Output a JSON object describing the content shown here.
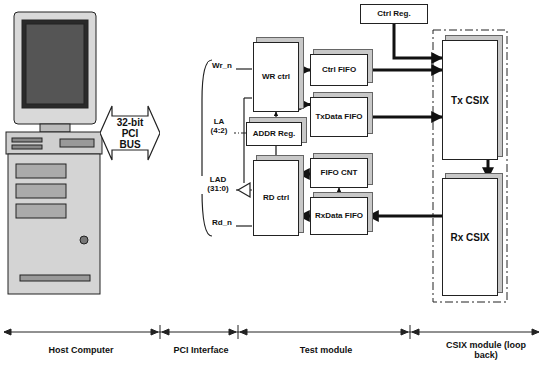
{
  "diagram": {
    "nodes": [
      {
        "text": [
          "32-bit PCI BUS"
        ]
      },
      {
        "text": [
          "Ctrl Reg."
        ]
      },
      {
        "text": [
          "WR ctrl"
        ]
      },
      {
        "text": [
          "Ctrl FIFO"
        ]
      },
      {
        "text": [
          "TxData FIFO"
        ]
      },
      {
        "text": [
          "Tx CSIX"
        ]
      },
      {
        "text": [
          "ADDR Reg."
        ]
      },
      {
        "text": [
          "RD ctrl"
        ]
      },
      {
        "text": [
          "FIFO CNT"
        ]
      },
      {
        "text": [
          "RxData FIFO"
        ]
      },
      {
        "text": [
          "Rx CSIX"
        ]
      }
    ],
    "edges": [
      {
        "from": 1,
        "to": 5,
        "arrow": "to"
      },
      {
        "from": 2,
        "to": 3,
        "arrow": "to"
      },
      {
        "from": 2,
        "to": 4,
        "arrow": "to"
      },
      {
        "from": 3,
        "to": 5,
        "arrow": "to"
      },
      {
        "from": 4,
        "to": 5,
        "arrow": "to"
      },
      {
        "from": 5,
        "to": 10,
        "arrow": "to"
      },
      {
        "from": 10,
        "to": 9,
        "arrow": "to"
      },
      {
        "from": 9,
        "to": 8,
        "arrow": "to"
      },
      {
        "from": 9,
        "to": 7,
        "arrow": "to"
      },
      {
        "from": 8,
        "to": 7,
        "arrow": "to"
      },
      {
        "from": 6,
        "to": 2,
        "arrow": "to"
      },
      {
        "from": 6,
        "to": 7,
        "arrow": "to"
      }
    ],
    "labels": [
      "Wr_n",
      "LA (4:2)",
      "LAD (31:0)",
      "Rd_n",
      "Host Computer",
      "PCI Interface",
      "Test module",
      "CSIX module (loop back)"
    ]
  }
}
